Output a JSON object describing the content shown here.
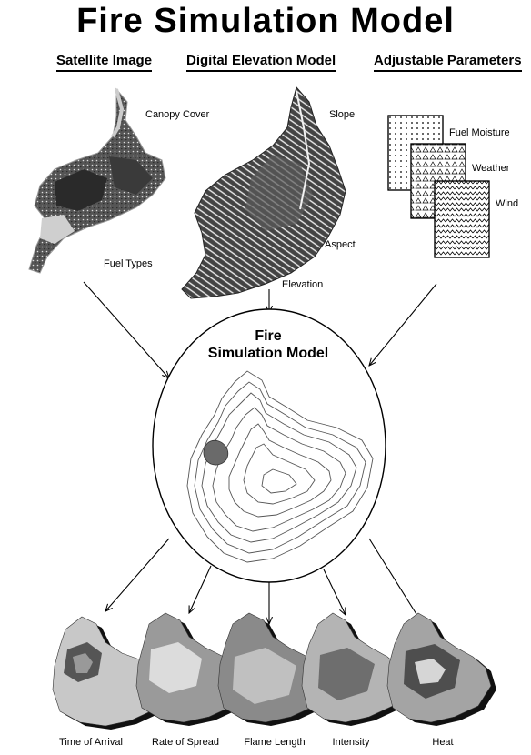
{
  "title": "Fire Simulation Model",
  "inputs": {
    "satellite": {
      "title": "Satellite Image",
      "labels": [
        "Canopy Cover",
        "Fuel Types"
      ]
    },
    "dem": {
      "title": "Digital Elevation Model",
      "labels": [
        "Slope",
        "Aspect",
        "Elevation"
      ]
    },
    "params": {
      "title": "Adjustable Parameters",
      "labels": [
        "Fuel Moisture",
        "Weather",
        "Wind"
      ]
    }
  },
  "center": {
    "title_line1": "Fire",
    "title_line2": "Simulation Model"
  },
  "outputs": [
    "Time of Arrival",
    "Rate of Spread",
    "Flame Length",
    "Intensity",
    "Heat"
  ],
  "colors": {
    "ink": "#000000",
    "dark_fill": "#333333",
    "mid_fill": "#8a8a8a",
    "light_fill": "#d0d0d0"
  }
}
